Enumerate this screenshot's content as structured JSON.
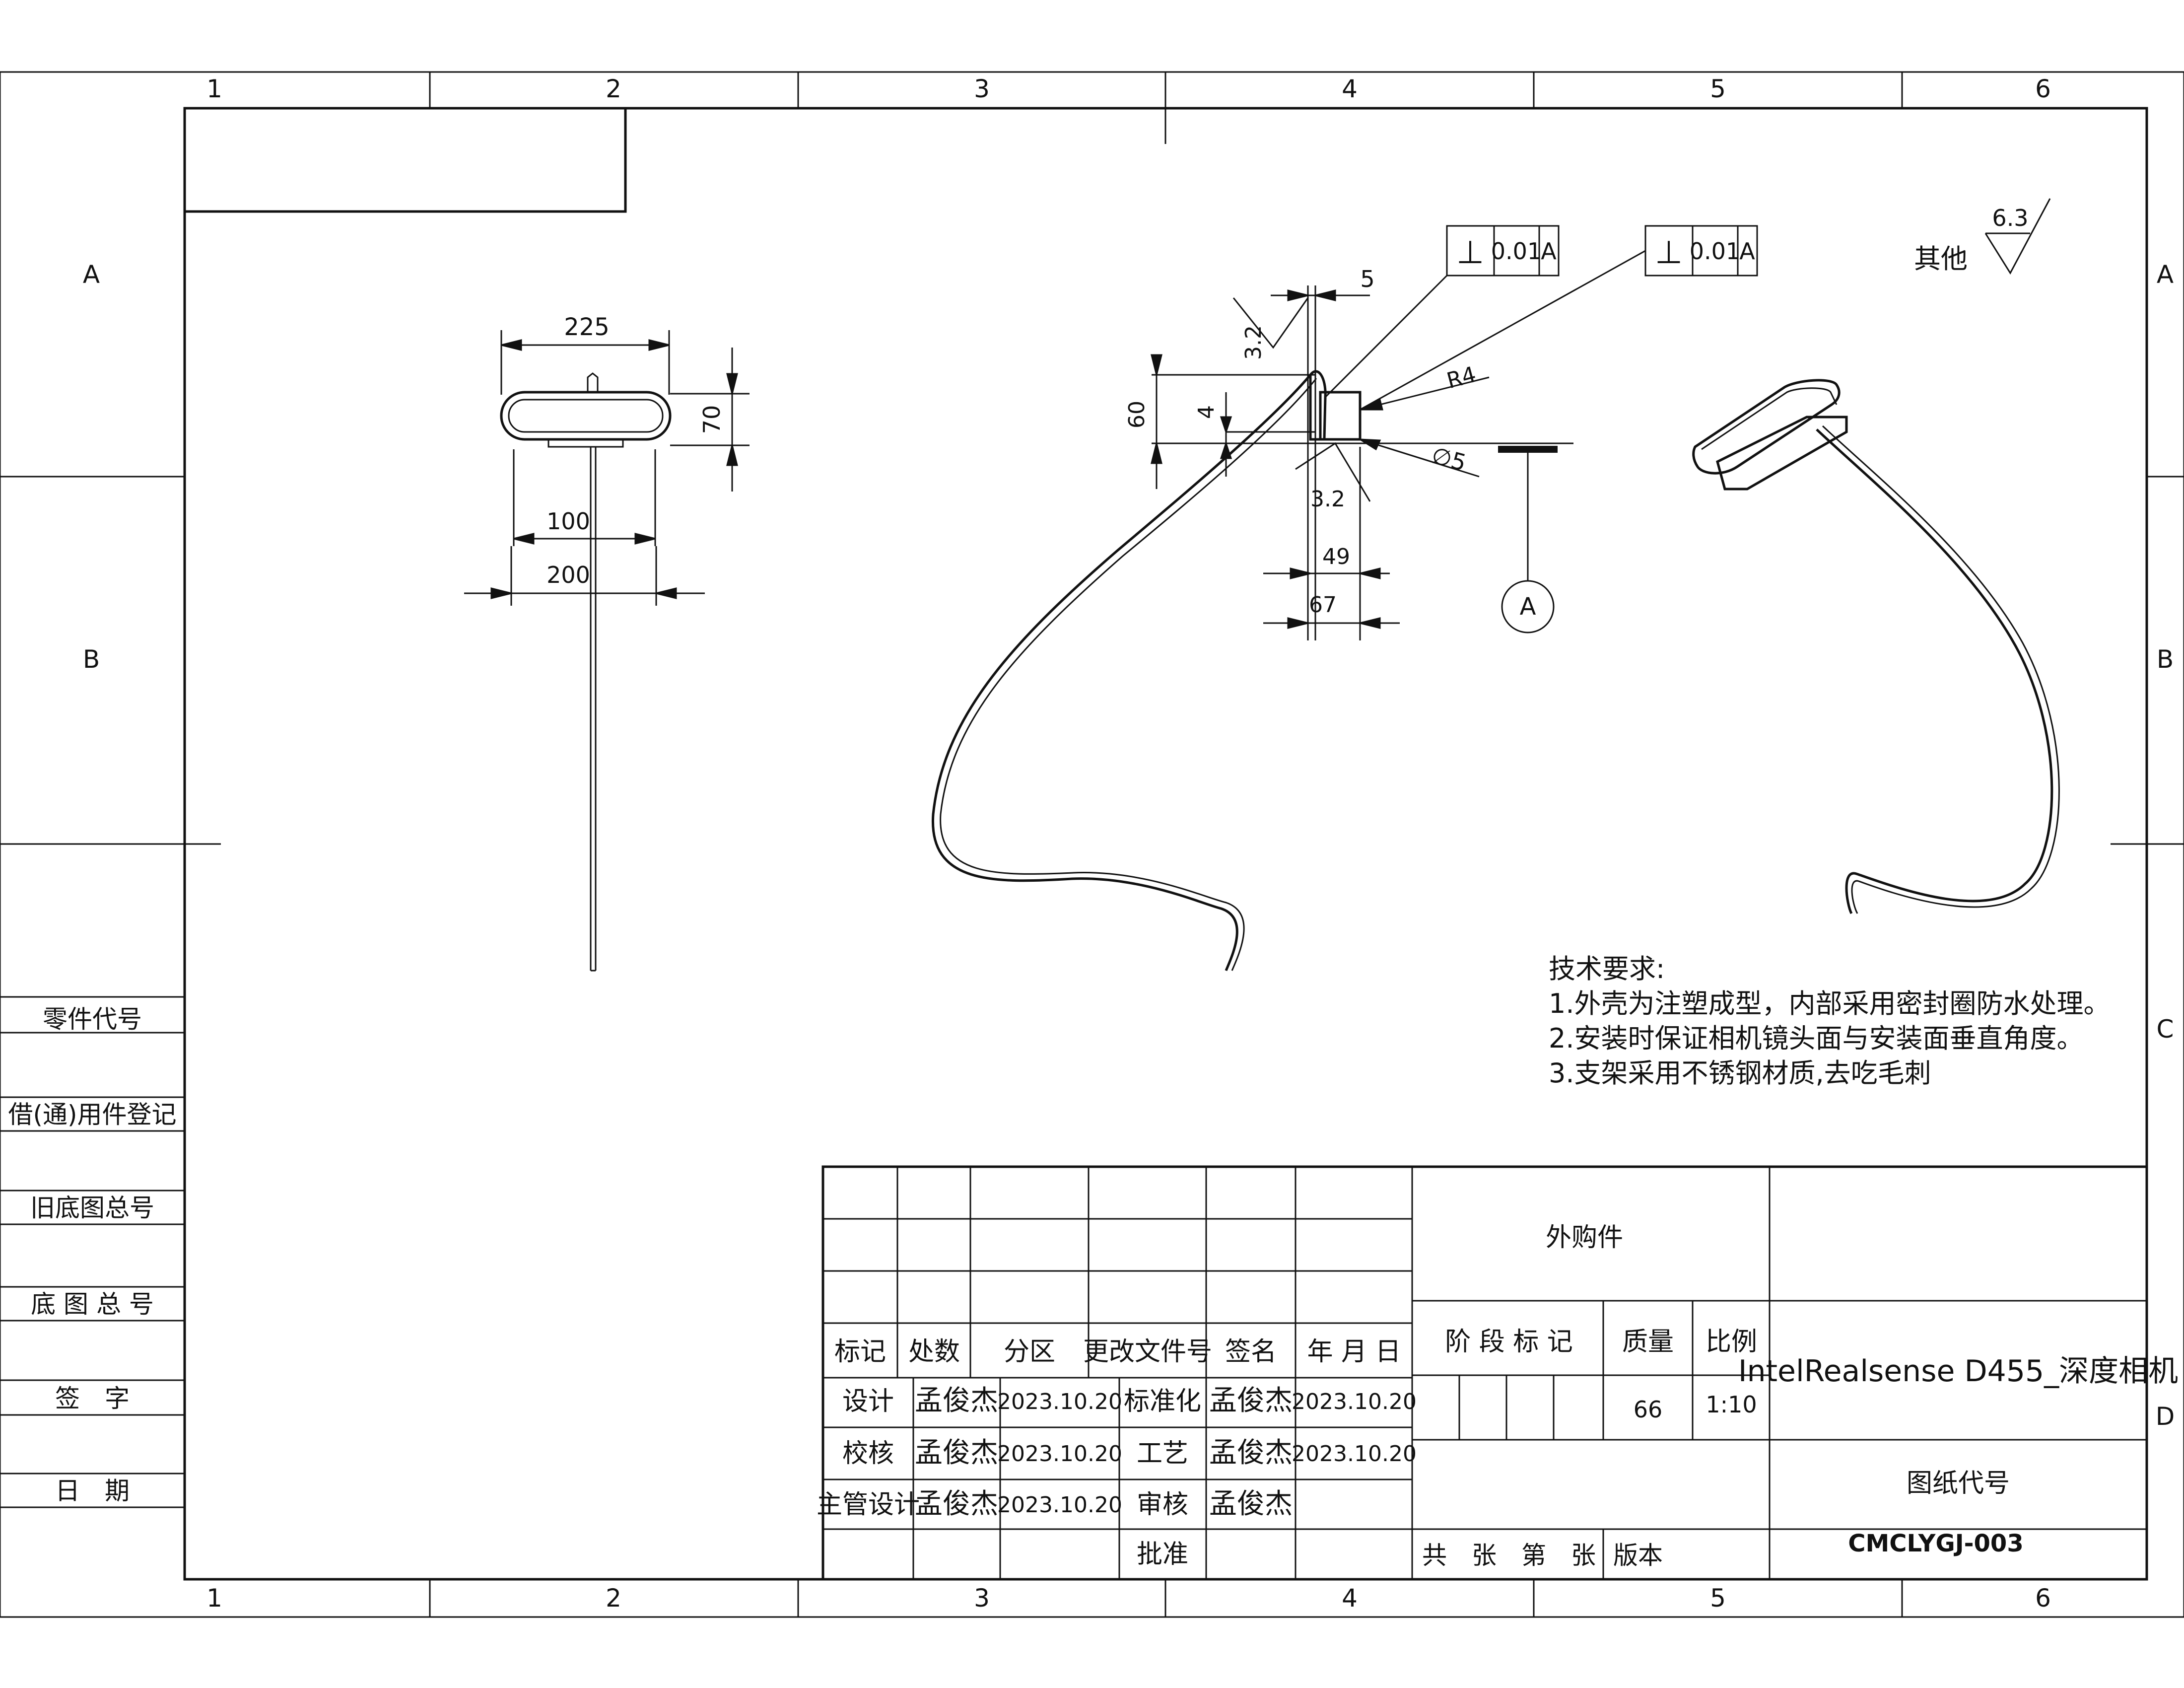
{
  "zones": {
    "columns": [
      "1",
      "2",
      "3",
      "4",
      "5",
      "6"
    ],
    "rows": [
      "A",
      "B",
      "C",
      "D"
    ]
  },
  "left_strip": {
    "labels": [
      "零件代号",
      "借(通)用件登记",
      "旧底图总号",
      "底 图 总 号",
      "签　字",
      "日　期"
    ]
  },
  "front_view": {
    "dims": {
      "width_225": "225",
      "height_70": "70",
      "d_100": "100",
      "d_200": "200"
    }
  },
  "side_view": {
    "dims": {
      "d5": "5",
      "d60": "60",
      "d4": "4",
      "r4": "R4",
      "dia5": "∅5",
      "d49": "49",
      "d67": "67"
    },
    "roughness": {
      "top": "3.2",
      "bottom": "3.2"
    },
    "tolerance_frames": [
      {
        "symbol": "⊥",
        "value": "0.01",
        "datum": "A"
      },
      {
        "symbol": "⊥",
        "value": "0.01",
        "datum": "A"
      }
    ],
    "datum_label": "A"
  },
  "roughness_note": {
    "label": "其他",
    "value": "6.3"
  },
  "tech_requirements": {
    "title": "技术要求:",
    "items": [
      "1.外壳为注塑成型，内部采用密封圈防水处理。",
      "2.安装时保证相机镜头面与安装面垂直角度。",
      "3.支架采用不锈钢材质,去吃毛刺"
    ]
  },
  "title_block": {
    "header": [
      "标记",
      "处数",
      "分区",
      "更改文件号",
      "签名",
      "年 月 日"
    ],
    "rows": [
      {
        "role": "设计",
        "name": "孟俊杰",
        "date": "2023.10.20",
        "role2": "标准化",
        "name2": "孟俊杰",
        "date2": "2023.10.20"
      },
      {
        "role": "校核",
        "name": "孟俊杰",
        "date": "2023.10.20",
        "role2": "工艺",
        "name2": "孟俊杰",
        "date2": "2023.10.20"
      },
      {
        "role": "主管设计",
        "name": "孟俊杰",
        "date": "2023.10.20",
        "role2": "审核",
        "name2": "孟俊杰",
        "date2": ""
      },
      {
        "role": "",
        "name": "",
        "date": "",
        "role2": "批准",
        "name2": "",
        "date2": ""
      }
    ],
    "purchased": "外购件",
    "stage_label": "阶 段 标 记",
    "mass_label": "质量",
    "scale_label": "比例",
    "mass": "66",
    "scale": "1:10",
    "sheets_label": "共　张　第　张",
    "version_label": "版本",
    "part_name": "IntelRealsense D455_深度相机",
    "drawing_no_label": "图纸代号",
    "drawing_no": "CMCLYGJ-003"
  }
}
